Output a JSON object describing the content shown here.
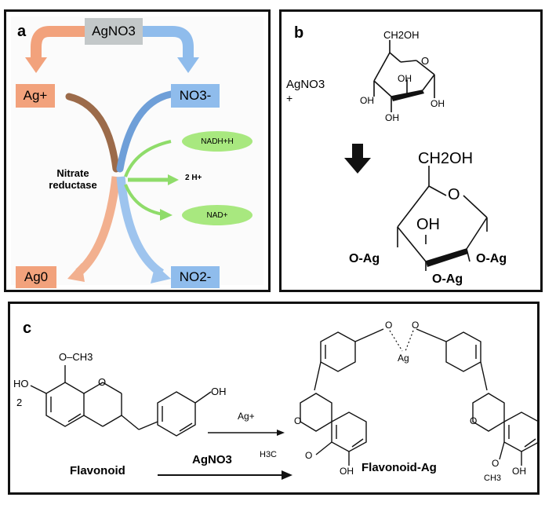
{
  "panel_a": {
    "label": "a",
    "agno3": "AgNO3",
    "ag_plus": "Ag+",
    "no3_minus": "NO3-",
    "nadh": "NADH+H",
    "enzyme_line1": "Nitrate",
    "enzyme_line2": "reductase",
    "two_h": "2 H+",
    "nad_plus": "NAD+",
    "ag_zero": "Ag0",
    "no2_minus": "NO2-",
    "colors": {
      "ag_box": "#f2a27c",
      "no_box": "#8fbcec",
      "agno3_box": "#c3c8c9",
      "nad_ellipse": "#a8e87f"
    }
  },
  "panel_b": {
    "label": "b",
    "reactant_line1": "AgNO3",
    "reactant_line2": "+",
    "glucose_ch2oh": "CH2OH",
    "glucose_o": "O",
    "glucose_oh_labels": [
      "OH",
      "OH",
      "OH",
      "OH"
    ],
    "product_ch2oh": "CH2OH",
    "product_o": "O",
    "product_oh": "OH",
    "product_oag_labels": [
      "O-Ag",
      "O-Ag",
      "O-Ag"
    ]
  },
  "panel_c": {
    "label": "c",
    "reagent_ag": "Ag+",
    "reagent_agno3": "AgNO3",
    "flavonoid_name": "Flavonoid",
    "product_name": "Flavonoid-Ag",
    "flav_och3": "O–CH3",
    "flav_ho": "HO",
    "flav_num": "2",
    "flav_o": "O",
    "flav_oh": "OH",
    "prod_o_left": "O",
    "prod_o_right": "O",
    "prod_ag": "Ag",
    "prod_ring_o_left": "O",
    "prod_ring_o_right": "O",
    "prod_h3c": "H3C",
    "prod_o_methoxy_left": "O",
    "prod_oh_left": "OH",
    "prod_oh_right": "OH",
    "prod_o_methoxy_right": "O",
    "prod_ch3_right": "CH3"
  }
}
